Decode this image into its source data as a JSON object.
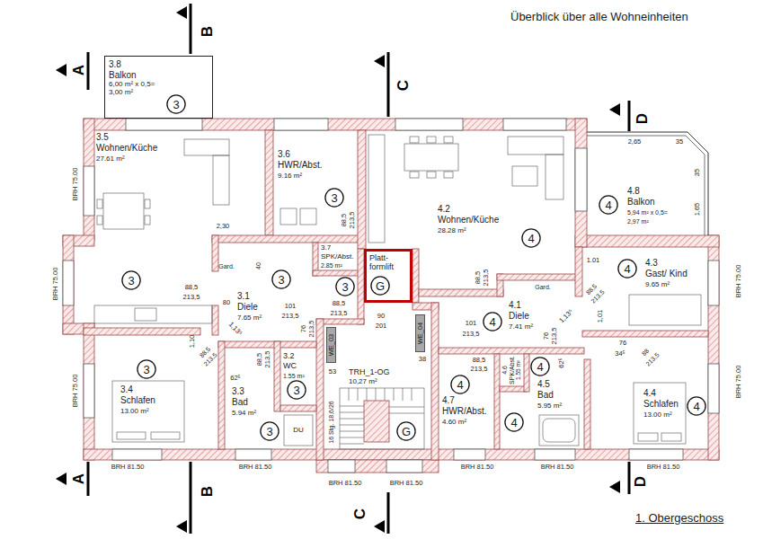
{
  "diagram": {
    "title": "Überblick über alle Wohneinheiten",
    "caption": "1. Obergeschoss",
    "nodes": [
      {
        "text": [
          "3.8",
          "Balkon",
          "6,00 m² x 0,5=",
          "3,00 m²"
        ]
      },
      {
        "text": [
          "3"
        ],
        "in": 0
      },
      {
        "text": [
          "3"
        ]
      },
      {
        "text": [
          "4"
        ]
      },
      {
        "text": [
          "4"
        ]
      },
      {
        "text": [
          "4"
        ]
      },
      {
        "text": [
          "Platt-formlift"
        ]
      },
      {
        "text": [
          "G"
        ],
        "in": 6
      },
      {
        "text": [
          "3"
        ]
      },
      {
        "text": [
          "3"
        ]
      },
      {
        "text": [
          "3"
        ]
      },
      {
        "text": [
          "4"
        ]
      },
      {
        "text": [
          "WE_03"
        ]
      },
      {
        "text": [
          "WE_04"
        ]
      },
      {
        "text": [
          "4"
        ]
      },
      {
        "text": [
          "3"
        ]
      },
      {
        "text": [
          "4"
        ]
      },
      {
        "text": [
          "3"
        ]
      },
      {
        "text": [
          "4"
        ]
      },
      {
        "text": [
          "4"
        ]
      },
      {
        "text": [
          "G"
        ]
      },
      {
        "text": [
          "3"
        ]
      }
    ],
    "labels": [
      "A",
      "A",
      "B",
      "B",
      "C",
      "C",
      "D",
      "D",
      "3.5",
      "Wohnen/Küche",
      "27.61 m²",
      "3.6",
      "HWR/Abst.",
      "9.16 m²",
      "3.7",
      "SPK/Abst.",
      "2.85 m²",
      "3.1",
      "Diele",
      "7.65 m²",
      "3.2",
      "WC",
      "1.55 m²",
      "3.3",
      "Bad",
      "5.94 m²",
      "DU",
      "3.4",
      "Schlafen",
      "13.00 m²",
      "TRH_1-OG",
      "10,27 m²",
      "4.2",
      "Wohnen/Küche",
      "28.28 m²",
      "4.8",
      "Balkon",
      "5,94 m² x 0,5=",
      "2,97 m²",
      "4.3",
      "Gast/ Kind",
      "9.65 m²",
      "4.1",
      "Diele",
      "7.41 m²",
      "4.7",
      "HWR/Abst.",
      "4.60 m²",
      "4.6",
      "SPK/Abst.",
      "1.55 m²",
      "4.5",
      "Bad",
      "5.95 m²",
      "4.4",
      "Schlafen",
      "13.00 m²",
      "2,30",
      "88,5",
      "213,5",
      "Gard.",
      "40",
      "88,5",
      "213,5",
      "80",
      "101",
      "213,5",
      "88,5",
      "213,5",
      "1,10",
      "1,13⁵",
      "88,5",
      "213,5",
      "88,5",
      "213,5",
      "76",
      "213,5",
      "62⁵",
      "53",
      "90",
      "201",
      "38",
      "16 Stg. 18,6/26",
      "88,5",
      "213,5",
      "Gard.",
      "1.01",
      "1,01",
      "88,5",
      "213,5",
      "101",
      "213,5",
      "1,13⁵",
      "76",
      "213,5",
      "88,5",
      "213,5",
      "62⁵",
      "76",
      "34⁵",
      "88",
      "213,5",
      "2,65",
      "35",
      "35",
      "1,65",
      "BRH 75.00",
      "BRH 75.00",
      "BRH 75.00",
      "BRH 75.00",
      "BRH 75.00",
      "BRH 81.50",
      "BRH 81.50",
      "BRH 81.50",
      "BRH 81.50",
      "BRH 81.50",
      "BRH 81.50",
      "BRH 81.50"
    ]
  }
}
